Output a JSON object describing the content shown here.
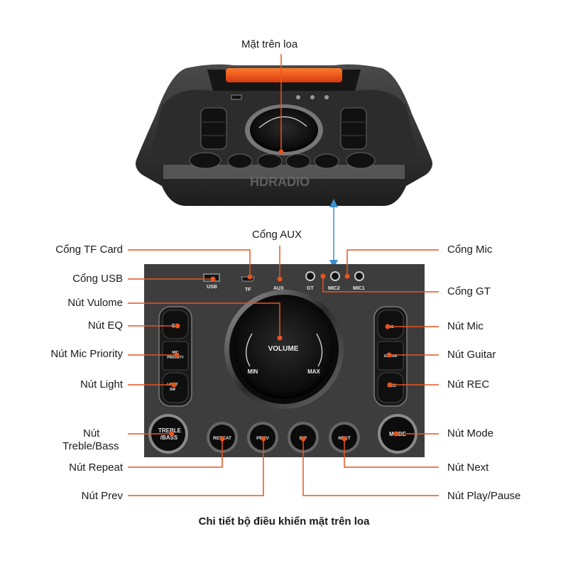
{
  "top_title": "Mặt trên loa",
  "caption": "Chi tiết bộ điều khiển mặt trên loa",
  "watermark": "HDRADIO",
  "labels": {
    "tf_card": "Cổng TF Card",
    "usb": "Cổng USB",
    "aux": "Cổng AUX",
    "mic_port": "Cổng Mic",
    "gt_port": "Cổng GT",
    "volume_knob": "Nút Vulome",
    "eq": "Nút EQ",
    "mic_priority": "Nút Mic Priority",
    "light": "Nút Light",
    "treble_bass_1": "Nút",
    "treble_bass_2": "Treble/Bass",
    "repeat": "Nút Repeat",
    "prev": "Nút Prev",
    "mic_btn": "Nút Mic",
    "guitar": "Nút Guitar",
    "rec": "Nút REC",
    "mode": "Nút Mode",
    "next": "Nút Next",
    "play_pause": "Nút Play/Pause"
  },
  "panel": {
    "usb": "USB",
    "tf": "TF",
    "aux": "AUX",
    "gt": "GT",
    "mic2": "MIC2",
    "mic1": "MIC1",
    "volume": "VOLUME",
    "min": "MIN",
    "max": "MAX",
    "eq": "EQ",
    "mic_priority_1": "MIC",
    "mic_priority_2": "PRIORITY",
    "light_1": "LIGHT",
    "light_2": "SW",
    "mic": "MIC",
    "guitar": "GUITAR",
    "rec": "REC",
    "treble_1": "TREBLE",
    "treble_2": "/BASS",
    "repeat": "REPEAT",
    "prev": "PREV",
    "pp": "P/P",
    "next": "NEXT",
    "mode": "MODE"
  },
  "colors": {
    "callout": "#e8541e",
    "link_arrow": "#3b8fd0",
    "panel": "#3d3d3d"
  }
}
